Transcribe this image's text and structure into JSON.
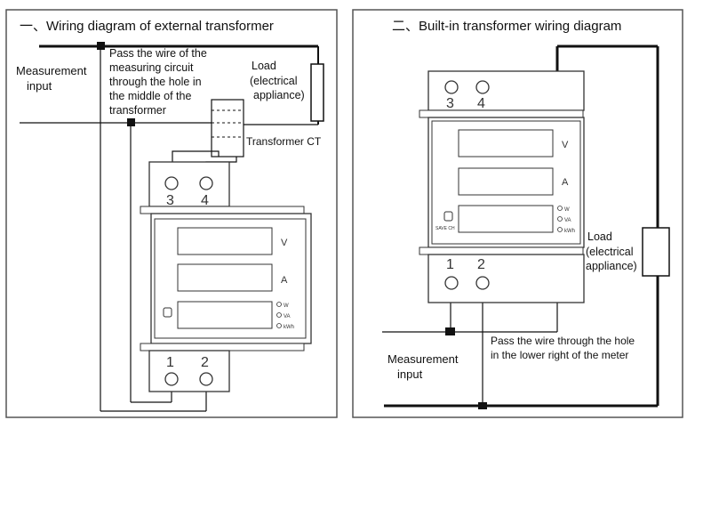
{
  "left_panel": {
    "title": "一、Wiring diagram of external transformer",
    "measurement_input": [
      "Measurement",
      "input"
    ],
    "note": [
      "Pass the wire of the",
      "measuring circuit",
      "through the hole in",
      "the middle of the",
      "transformer"
    ],
    "load": [
      "Load",
      "(electrical",
      "appliance)"
    ],
    "ct_label": "Transformer CT",
    "terminals_top": [
      "3",
      "4"
    ],
    "terminals_bottom": [
      "1",
      "2"
    ],
    "display_units": [
      "V",
      "A"
    ],
    "indicators": [
      "W",
      "VA",
      "kWh"
    ]
  },
  "right_panel": {
    "title": "二、Built-in transformer wiring diagram",
    "measurement_input": [
      "Measurement",
      "input"
    ],
    "note": [
      "Pass the wire through the hole",
      "in the lower right of the meter"
    ],
    "load": [
      "Load",
      "(electrical",
      "appliance)"
    ],
    "terminals_top": [
      "3",
      "4"
    ],
    "terminals_bottom": [
      "1",
      "2"
    ],
    "display_units": [
      "V",
      "A"
    ],
    "button_label": "SAVE CH",
    "indicators": [
      "W",
      "VA",
      "kWh"
    ]
  }
}
